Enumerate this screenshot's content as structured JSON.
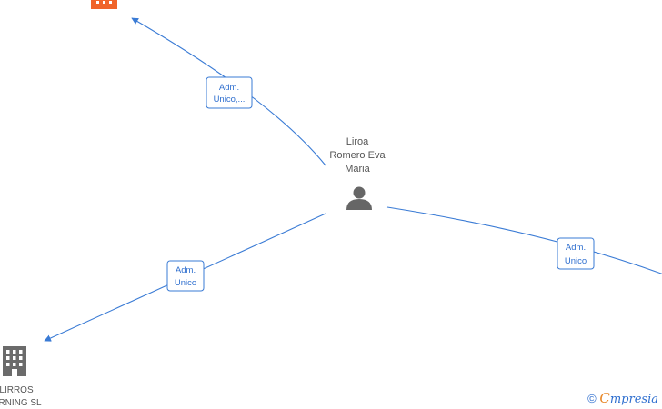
{
  "colors": {
    "edge": "#3a7bd5",
    "edge_text": "#2f6fcf",
    "person_icon": "#666666",
    "company_icon_gray": "#6b6b6b",
    "company_icon_orange": "#f0642a",
    "node_text": "#555555"
  },
  "person": {
    "name_lines": [
      "Liroa",
      "Romero Eva",
      "Maria"
    ],
    "icon": "person-icon"
  },
  "companies": [
    {
      "id": "top-left",
      "label_lines": [],
      "icon": "building-icon",
      "color": "orange"
    },
    {
      "id": "bottom-left",
      "label_lines": [
        "LIRROS",
        "RNING SL"
      ],
      "icon": "building-icon",
      "color": "gray"
    }
  ],
  "edges": [
    {
      "id": "top-left",
      "label_lines": [
        "Adm.",
        "Unico,..."
      ]
    },
    {
      "id": "bottom-left",
      "label_lines": [
        "Adm.",
        "Unico"
      ]
    },
    {
      "id": "right",
      "label_lines": [
        "Adm.",
        "Unico"
      ]
    }
  ],
  "watermark": {
    "copyright": "©",
    "brand_first": "C",
    "brand_rest": "mpresia"
  }
}
